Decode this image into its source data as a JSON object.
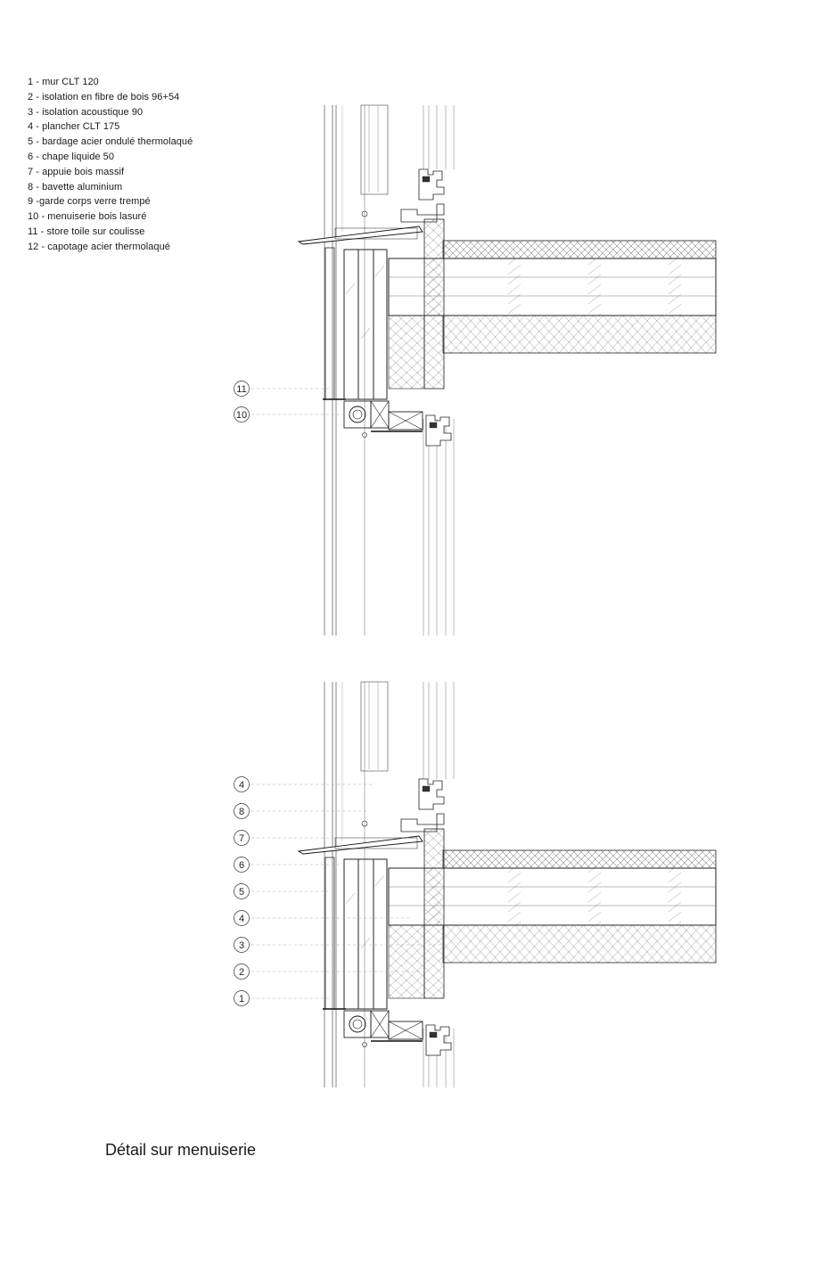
{
  "legend": [
    "1 - mur CLT 120",
    "2 - isolation en fibre de bois 96+54",
    "3 - isolation acoustique 90",
    "4 - plancher CLT 175",
    "5 - bardage acier ondulé thermolaqué",
    "6 - chape liquide 50",
    "7 - appuie bois massif",
    "8 - bavette aluminium",
    "9 -garde corps verre trempé",
    "10 - menuiserie bois lasuré",
    "11 - store toile sur coulisse",
    "12 - capotage acier thermolaqué"
  ],
  "callouts_top": [
    "11",
    "10"
  ],
  "callouts_bottom": [
    "4",
    "8",
    "7",
    "6",
    "5",
    "4",
    "3",
    "2",
    "1"
  ],
  "caption": "Détail sur menuiserie"
}
